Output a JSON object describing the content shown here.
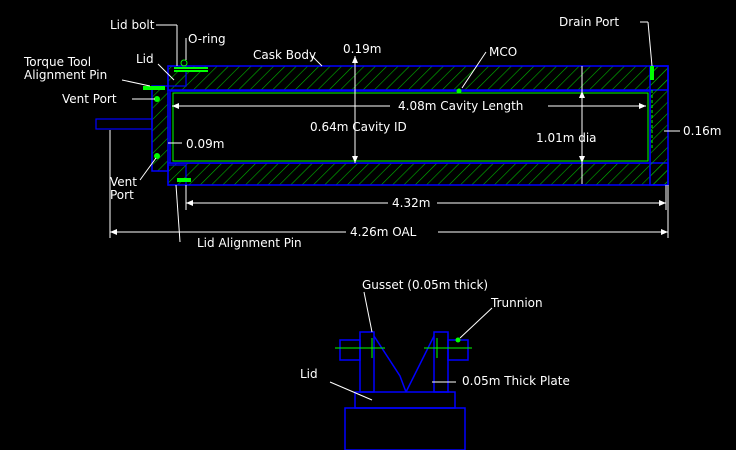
{
  "labels": {
    "lid_bolt": "Lid bolt",
    "o_ring": "O-ring",
    "drain_port": "Drain Port",
    "lid": "Lid",
    "cask_body": "Cask Body",
    "wall_thickness": "0.19m",
    "mco": "MCO",
    "torque_tool_1": "Torque Tool",
    "torque_tool_2": "Alignment Pin",
    "vent_port_top": "Vent Port",
    "cavity_length": "4.08m Cavity Length",
    "cavity_id": "0.64m Cavity ID",
    "mco_dia": "1.01m dia",
    "bottom_thickness": "0.16m",
    "lid_thickness": "0.09m",
    "vent_port_bottom_1": "Vent",
    "vent_port_bottom_2": "Port",
    "body_length": "4.32m",
    "oal": "4.26m OAL",
    "lid_alignment_pin": "Lid Alignment Pin",
    "gusset": "Gusset (0.05m thick)",
    "trunnion": "Trunnion",
    "lid_lower": "Lid",
    "plate": "0.05m Thick Plate"
  },
  "colors": {
    "outline": "#0000ff",
    "hatch": "#00c800",
    "highlight": "#00ff00",
    "text": "#ffffff",
    "dim": "#ffffff"
  }
}
